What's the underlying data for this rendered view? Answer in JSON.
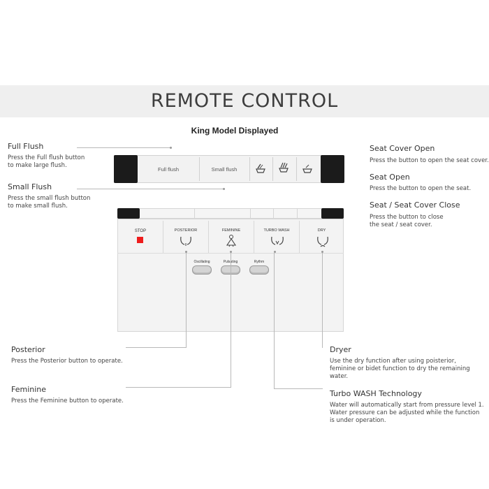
{
  "header": {
    "title": "REMOTE CONTROL",
    "subtitle": "King Model Displayed"
  },
  "callouts": {
    "full_flush": {
      "title": "Full Flush",
      "desc": "Press the Full flush button\nto make large flush."
    },
    "small_flush": {
      "title": "Small Flush",
      "desc": "Press the small flush button\nto make small flush."
    },
    "seat_cover_open": {
      "title": "Seat Cover Open",
      "desc": "Press the button to open the seat cover."
    },
    "seat_open": {
      "title": "Seat Open",
      "desc": "Press the button to open the seat."
    },
    "seat_close": {
      "title": "Seat / Seat Cover Close",
      "desc": "Press the button to close\nthe seat / seat cover."
    },
    "posterior": {
      "title": "Posterior",
      "desc": "Press the Posterior button to operate."
    },
    "feminine": {
      "title": "Feminine",
      "desc": "Press the Feminine button to operate."
    },
    "dryer": {
      "title": "Dryer",
      "desc": "Use the dry function after using poisterior,\nfeminine or bidet function to dry the remaining\nwater."
    },
    "turbo": {
      "title": "Turbo WASH Technology",
      "desc": "Water will automatically start from pressure level 1.\nWater pressure can be adjusted while the function\nis under operation."
    }
  },
  "top_remote": {
    "full_flush_label": "Full flush",
    "small_flush_label": "Small flush",
    "icons": [
      "seat-cover-open-icon",
      "seat-open-icon",
      "seat-close-icon"
    ]
  },
  "panel": {
    "buttons": {
      "stop": "STOP",
      "posterior": "POSTERIOR",
      "feminine": "FEMININE",
      "turbo": "TURBO WASH",
      "dry": "DRY"
    },
    "modes": {
      "oscillating": "Oscillating",
      "pulsating": "Pulsating",
      "rhythm": "Rythm"
    },
    "stop_color": "#ee1c1c"
  }
}
